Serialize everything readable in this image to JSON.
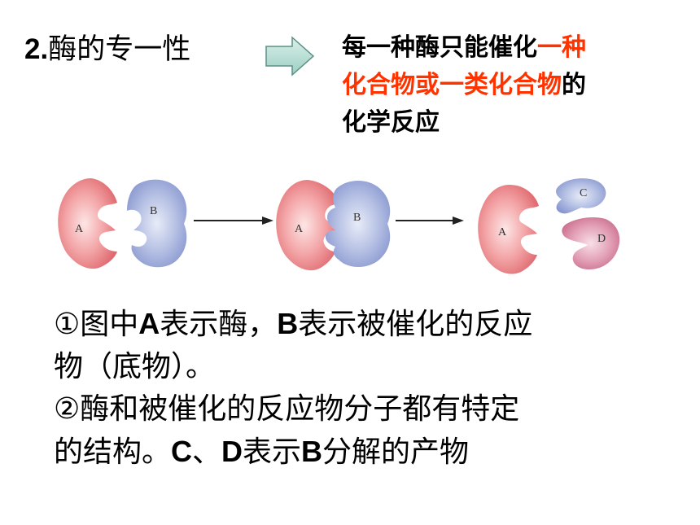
{
  "title": {
    "number": "2.",
    "text": "酶的专一性"
  },
  "definition": {
    "part1": "每一种酶只能催化",
    "highlight1": "一种",
    "highlight2": "化合物或一类化合物",
    "part2": "的",
    "part3": "化学反应",
    "highlight_color": "#ff3300"
  },
  "diagram": {
    "labels": {
      "a1": "A",
      "b1": "B",
      "a2": "A",
      "b2": "B",
      "a3": "A",
      "c": "C",
      "d": "D"
    }
  },
  "notes": {
    "l1_a": "①图中",
    "l1_b": "A",
    "l1_c": "表示酶，",
    "l1_d": "B",
    "l1_e": "表示被催化的反应",
    "l2": "物（底物）。",
    "l3": "②酶和被催化的反应物分子都有特定",
    "l4_a": "的结构。",
    "l4_b": "C",
    "l4_c": "、",
    "l4_d": "D",
    "l4_e": "表示",
    "l4_f": "B",
    "l4_g": "分解的产物"
  }
}
